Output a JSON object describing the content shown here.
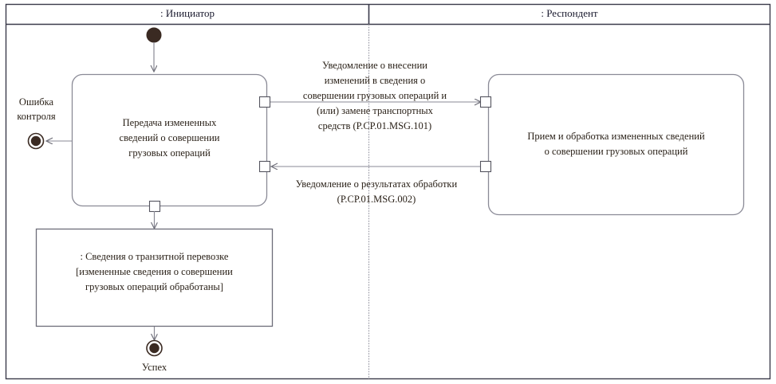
{
  "diagram": {
    "type": "uml-activity-diagram",
    "lanes": [
      {
        "id": "initiator",
        "title": ": Инициатор"
      },
      {
        "id": "respondent",
        "title": ": Респондент"
      }
    ],
    "nodes": {
      "start": {
        "kind": "initial-node",
        "label": ""
      },
      "activity_left": {
        "kind": "activity",
        "lines": [
          "Передача измененных",
          "сведений о совершении",
          "грузовых операций"
        ]
      },
      "activity_right": {
        "kind": "activity",
        "lines": [
          "Прием и обработка измененных сведений",
          "о совершении грузовых операций"
        ]
      },
      "object_node": {
        "kind": "object-node",
        "lines": [
          ": Сведения о транзитной перевозке",
          "[измененные сведения о совершении",
          "грузовых операций обработаны]"
        ]
      },
      "final_error": {
        "kind": "final-node",
        "lines": [
          "Ошибка",
          "контроля"
        ]
      },
      "final_success": {
        "kind": "final-node",
        "lines": [
          "Успех"
        ]
      }
    },
    "edges": {
      "request": {
        "direction": "left-to-right",
        "lines": [
          "Уведомление о внесении",
          "изменений в сведения о",
          "совершении грузовых операций и",
          "(или) замене транспортных",
          "средств (P.CP.01.MSG.101)"
        ]
      },
      "response": {
        "direction": "right-to-left",
        "lines": [
          "Уведомление о результатах обработки",
          "(P.CP.01.MSG.002)"
        ]
      }
    },
    "colors": {
      "frame": "#3a3a4a",
      "node_border": "#8a8a96",
      "text": "#2a2118",
      "fill": "#ffffff",
      "final_fill": "#3a2a22",
      "divider": "#9a9aa6"
    }
  }
}
